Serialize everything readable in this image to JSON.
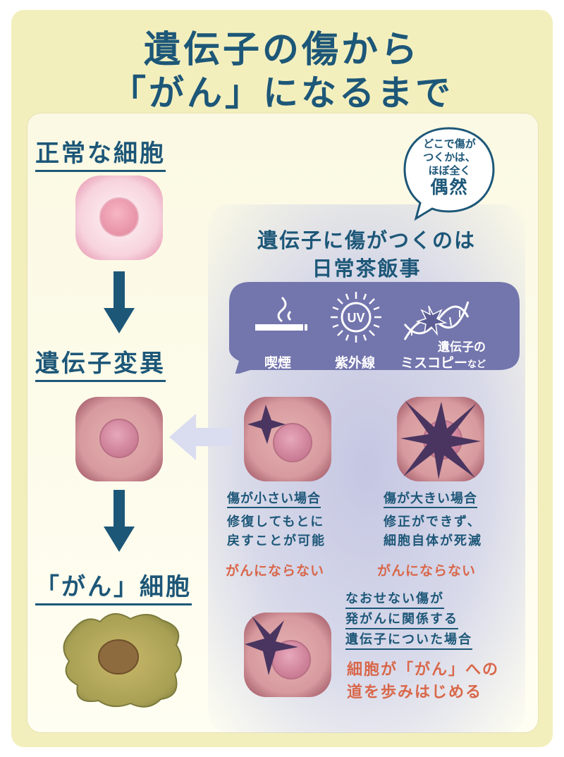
{
  "title": {
    "line1": "遺伝子の傷から",
    "line2": "「がん」になるまで"
  },
  "stages": {
    "normal": "正常な細胞",
    "mutation": "遺伝子変異",
    "cancer": "「がん」細胞"
  },
  "bubble": {
    "text": "どこで傷が\nつくかは、\nほぼ全く",
    "emphasis": "偶然"
  },
  "daily": {
    "line1": "遺伝子に傷がつくのは",
    "line2": "日常茶飯事"
  },
  "causes": [
    {
      "icon": "cigarette-icon",
      "label": "喫煙"
    },
    {
      "icon": "uv-sun-icon",
      "label": "紫外線"
    },
    {
      "icon": "dna-break-icon",
      "label_top": "遺伝子の",
      "label_bottom": "ミスコピー",
      "suffix": "など"
    }
  ],
  "cases": {
    "small": {
      "title": "傷が小さい場合",
      "desc1": "修復してもとに",
      "desc2": "戻すことが可能",
      "result": "がんにならない"
    },
    "large": {
      "title": "傷が大きい場合",
      "desc1": "修正ができず、",
      "desc2": "細胞自体が死滅",
      "result": "がんにならない"
    },
    "critical": {
      "title1": "なおせない傷が",
      "title2": "発がんに関係する",
      "title3": "遺伝子についた場合",
      "result1": "細胞が「がん」への",
      "result2": "道を歩みはじめる"
    }
  },
  "colors": {
    "navy": "#1d5778",
    "accent": "#d9674a",
    "background": "#f3efbd",
    "panel": "#7375ad"
  }
}
